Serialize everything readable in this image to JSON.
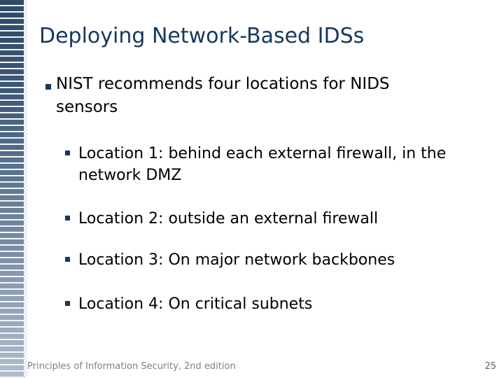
{
  "slide": {
    "title": "Deploying Network-Based IDSs",
    "bullets": [
      {
        "level": 1,
        "text": "NIST recommends four locations for NIDS\nsensors"
      },
      {
        "level": 2,
        "text": "Location 1: behind each external firewall, in the\nnetwork DMZ"
      },
      {
        "level": 2,
        "text": "Location 2: outside an external firewall"
      },
      {
        "level": 2,
        "text": "Location 3: On major network backbones"
      },
      {
        "level": 2,
        "text": "Location 4: On critical subnets"
      }
    ],
    "footer": "Principles of Information Security, 2nd edition",
    "page_number": "25",
    "colors": {
      "title": "#17375E",
      "body_text": "#000000",
      "bullet_square": "#16365D",
      "footer_text": "#76828E",
      "stripe_top": "#2D4A67",
      "stripe_bottom": "#AFBDCC"
    }
  }
}
